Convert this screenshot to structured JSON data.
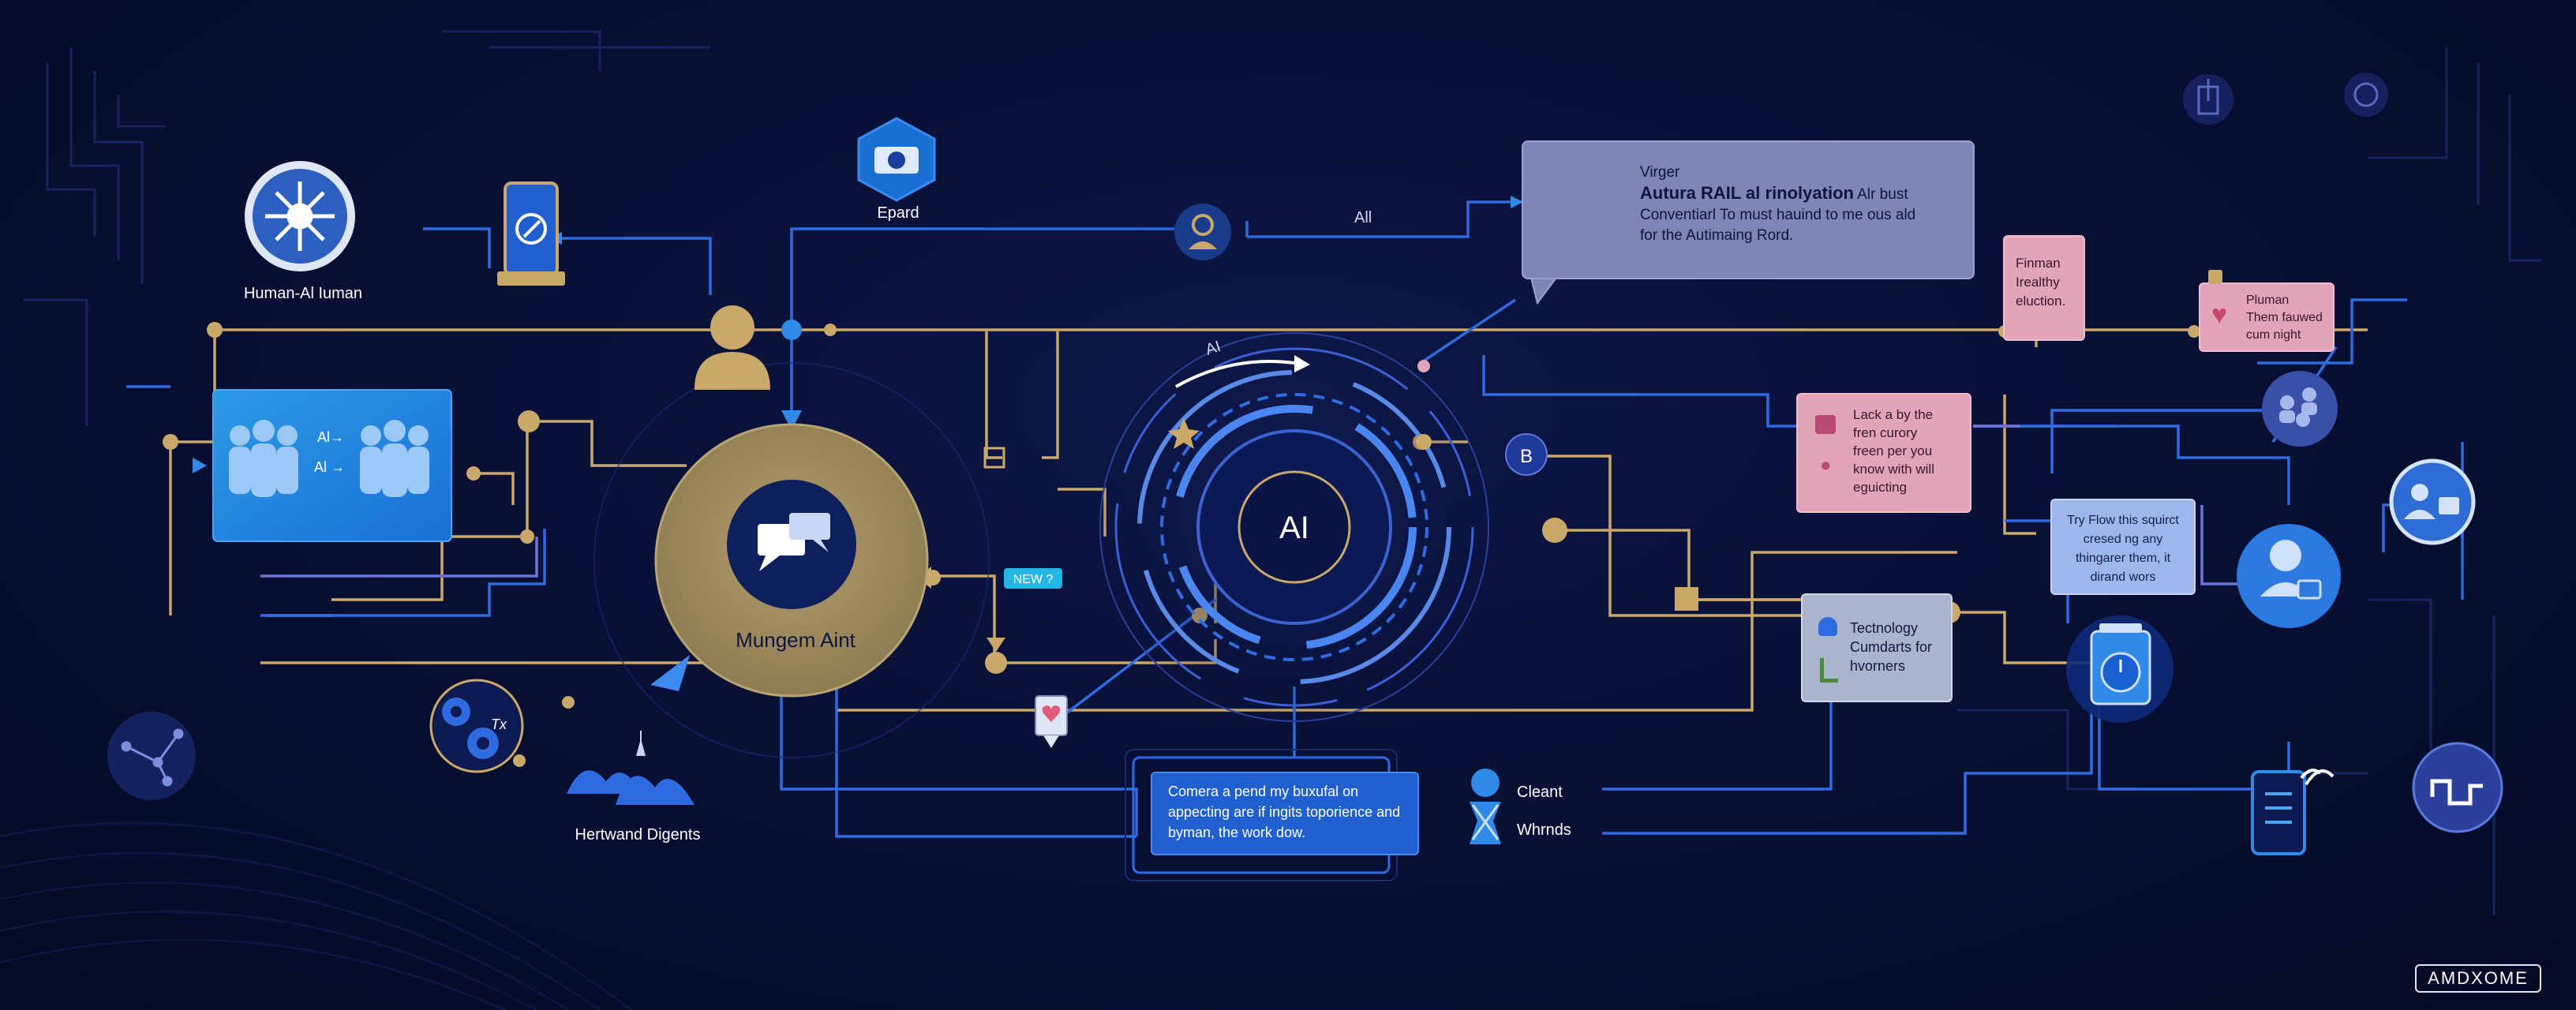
{
  "hub": {
    "label": "Mungem Aint"
  },
  "ai_core": {
    "label": "AI"
  },
  "ai_arc_label": "AI",
  "human_ai": {
    "label": "Human-Al Iuman"
  },
  "team_panel": {
    "line1": "Al→",
    "line2": "Al →"
  },
  "epard": {
    "label": "Epard"
  },
  "all_label": "All",
  "callout": {
    "line1": "Virger",
    "line2_bold": "Autura RAIL al rinolyation",
    "line2_rest": " Alr bust",
    "line3": "Conventiarl To must hauind to me ous ald",
    "line4": "for the Autimaing Rord."
  },
  "finman": {
    "lines": [
      "Finman",
      "Irealthy",
      "eluction."
    ]
  },
  "pluman": {
    "lines": [
      "Pluman",
      "Them fauwed",
      "cum night"
    ]
  },
  "lack_card": {
    "lines": [
      "Lack a by the",
      "fren curory",
      "freen per you",
      "know with will",
      "eguicting"
    ]
  },
  "try_flow": {
    "lines": [
      "Try Flow this squirct",
      "cresed ng any",
      "thingarer them, it",
      "dirand wors"
    ]
  },
  "tech_card": {
    "lines": [
      "Tectnology",
      "Cumdarts for",
      "hvorners"
    ]
  },
  "camera_card": {
    "lines": [
      "Comera a pend my buxufal on",
      "appecting are if ingits toporience and",
      "byman, the work dow."
    ]
  },
  "new_badge": "NEW ?",
  "b_badge": "B",
  "cleant_label": "Cleant",
  "whrnds_label": "Whrnds",
  "hertwand_label": "Hertwand Digents",
  "tx_label": "Tx",
  "brand": "AMDXOME",
  "colors": {
    "background": "#070d2e",
    "gold": "#c9a86a",
    "blue_line": "#2f6be0",
    "hub_fill": "#a89365",
    "hub_inner": "#0d1f5c",
    "callout_bg": "#7d86b5",
    "pink_card": "#e2a5b8",
    "light_card": "#9fb6ea"
  },
  "icons": [
    "network-star-icon",
    "phone-icon",
    "camera-hex-icon",
    "person-icon",
    "team-group-icon",
    "chat-bubbles-icon",
    "refresh-phone-icon",
    "heart-icon",
    "document-icon",
    "people-cluster-icon",
    "user-card-icon",
    "profile-check-icon",
    "clock-box-icon",
    "mobile-signal-icon",
    "flow-icon",
    "gear-icon",
    "mountain-icon",
    "pin-icon",
    "arrow-cursor-icon",
    "node-graph-icon"
  ]
}
